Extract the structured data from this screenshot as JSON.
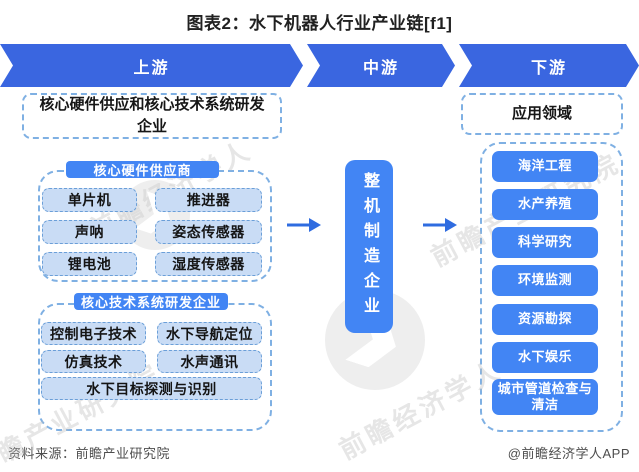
{
  "title": "图表2：水下机器人行业产业链[f1]",
  "banner": {
    "stages": [
      "上游",
      "中游",
      "下游"
    ]
  },
  "upstream": {
    "description": "核心硬件供应和核心技术系统研发企业",
    "groups": [
      {
        "header": "核心硬件供应商",
        "items": [
          "单片机",
          "推进器",
          "声呐",
          "姿态传感器",
          "锂电池",
          "湿度传感器"
        ]
      },
      {
        "header": "核心技术系统研发企业",
        "items": [
          "控制电子技术",
          "水下导航定位",
          "仿真技术",
          "水声通讯",
          "水下目标探测与识别"
        ]
      }
    ]
  },
  "midstream": {
    "label": "整机制造企业"
  },
  "downstream": {
    "header": "应用领域",
    "items": [
      "海洋工程",
      "水产养殖",
      "科学研究",
      "环境监测",
      "资源勘探",
      "水下娱乐",
      "城市管道检查与清洁"
    ]
  },
  "footer": {
    "source": "资料来源：前瞻产业研究院",
    "credit": "@前瞻经济学人APP"
  },
  "watermarks": {
    "brand1": "前瞻经济学人",
    "brand2": "前瞻产业研究院"
  },
  "colors": {
    "banner_blue": "#3a66e0",
    "primary_blue": "#4285f4",
    "item_bg": "#c9dcf5",
    "item_border": "#6b9fd8",
    "container_border": "#7fb0e3"
  }
}
